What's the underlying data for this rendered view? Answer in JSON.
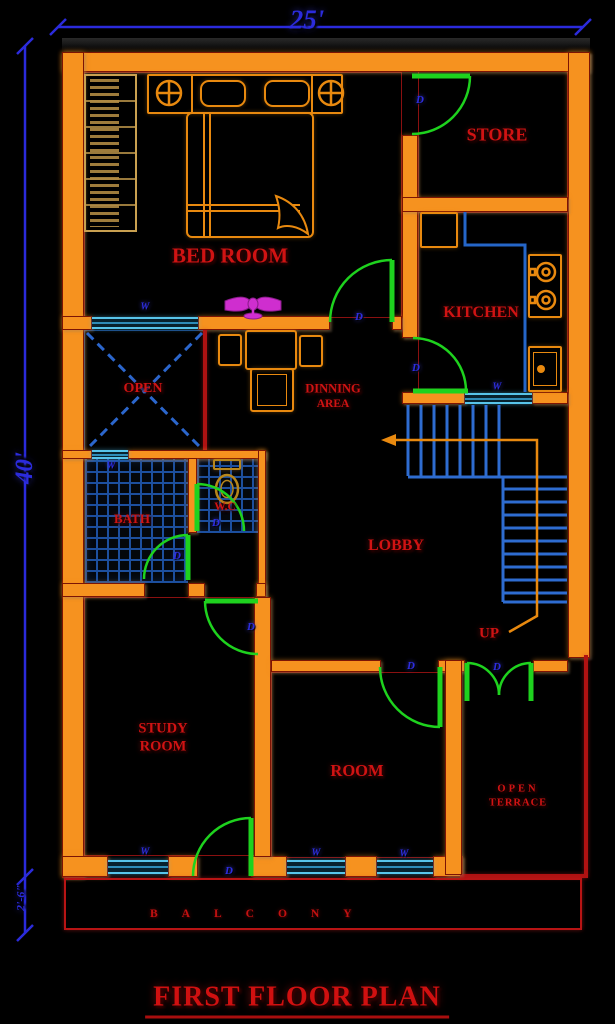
{
  "title": "FIRST FLOOR PLAN",
  "dimensions": {
    "plot_width": "25'",
    "plot_height": "40'",
    "balcony_depth": "2'-6\""
  },
  "rooms": {
    "bedroom": "BED ROOM",
    "store": "STORE",
    "kitchen": "KITCHEN",
    "open": "OPEN",
    "dining": [
      "DINNING",
      "AREA"
    ],
    "bath": "BATH",
    "wc": "W.C",
    "lobby": "LOBBY",
    "study": [
      "STUDY",
      "ROOM"
    ],
    "room": "ROOM",
    "terrace": [
      "OPEN",
      "TERRACE"
    ],
    "balcony": "BALCONY",
    "stairs_up": "UP"
  },
  "markers": {
    "door": "D",
    "window": "W"
  },
  "colors": {
    "wall": "#f6921f",
    "door": "#1ed21e",
    "window": "#58c4ea",
    "dimension_blue": "#2b2bdc",
    "label_red": "#d01313",
    "stairs_blue": "#2e6cd0",
    "fan_magenta": "#cf2ecf",
    "tile_blue": "#1d4f9e",
    "furniture_orange": "#e8890f",
    "wardrobe_tan": "#c9a050",
    "toilet_gold": "#b8861b",
    "background": "#000000"
  }
}
